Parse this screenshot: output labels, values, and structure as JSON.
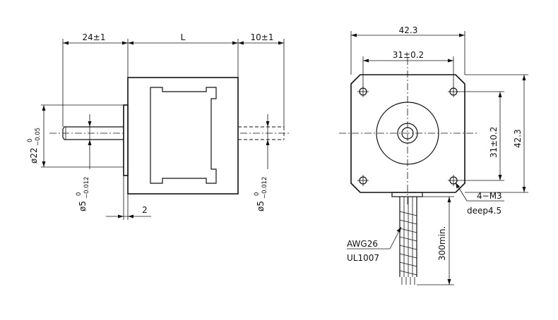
{
  "side_view": {
    "dim_shaft_length": "24±1",
    "dim_body_length": "L",
    "dim_rear_shaft": "10±1",
    "dim_flange": "2",
    "dim_boss_diameter": {
      "main": "ø22",
      "upper": "0",
      "lower": "−0.05"
    },
    "dim_front_shaft_diameter": {
      "main": "ø5",
      "upper": "0",
      "lower": "−0.012"
    },
    "dim_rear_shaft_diameter": {
      "main": "ø5",
      "upper": "0",
      "lower": "−0.012"
    }
  },
  "front_view": {
    "dim_width": "42.3",
    "dim_hole_spacing_h": "31±0.2",
    "dim_hole_spacing_v": "31±0.2",
    "dim_height": "42.3",
    "hole_label_1": "4−M3",
    "hole_label_2": "deep4.5",
    "wire_label_1": "AWG26",
    "wire_label_2": "UL1007",
    "dim_wire_length": "300min."
  }
}
